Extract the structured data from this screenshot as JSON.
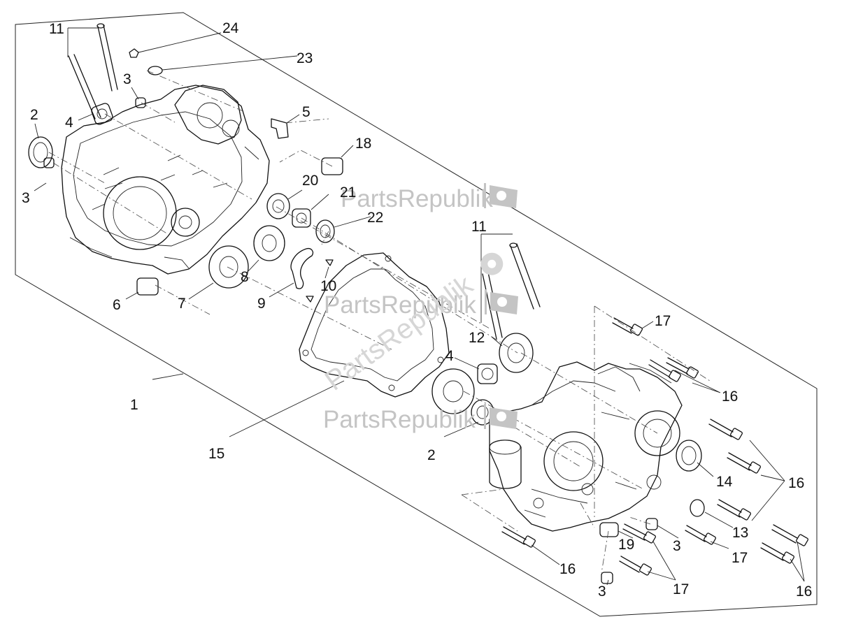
{
  "watermark": {
    "text": "PartsRepublik",
    "icon": "gear-icon"
  },
  "callouts": {
    "c11_left": "11",
    "c24": "24",
    "c23": "23",
    "c3_top": "3",
    "c2_left": "2",
    "c4_left": "4",
    "c5": "5",
    "c18": "18",
    "c3_left": "3",
    "c20": "20",
    "c21": "21",
    "c22": "22",
    "c11_right": "11",
    "c10": "10",
    "c6": "6",
    "c7": "7",
    "c8": "8",
    "c9": "9",
    "c17_top": "17",
    "c12": "12",
    "c4_mid": "4",
    "c16_upper": "16",
    "c1": "1",
    "c15": "15",
    "c2_mid": "2",
    "c14": "14",
    "c16_mid": "16",
    "c13": "13",
    "c19": "19",
    "c3_mid": "3",
    "c17_mid": "17",
    "c16_bottom": "16",
    "c16_lowright": "16",
    "c3_bottom": "3",
    "c17_bottom": "17"
  }
}
